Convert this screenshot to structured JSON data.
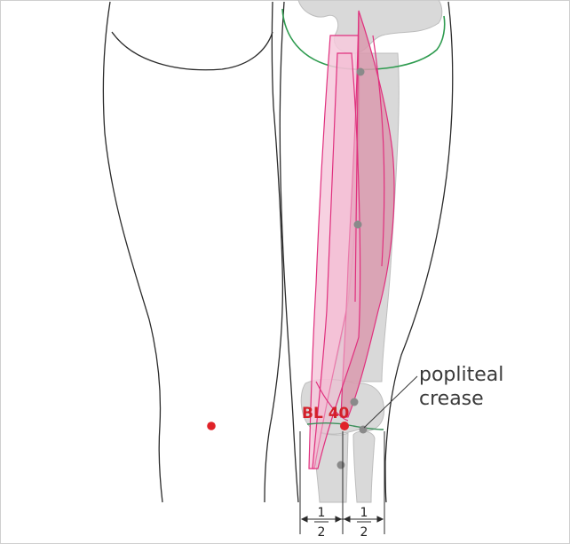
{
  "labels": {
    "point": "BL 40",
    "crease_line1": "popliteal",
    "crease_line2": "crease"
  },
  "measure": {
    "left_num": "1",
    "left_den": "2",
    "right_num": "1",
    "right_den": "2"
  },
  "colors": {
    "outline": "#2b2b2b",
    "bone": "#d9d9d9",
    "bone_edge": "#bdbdbd",
    "muscle_light": "#f6c9dc",
    "muscle_dark": "#d99aae",
    "muscle_edge": "#e0307e",
    "gluteal_line": "#2e9b4f",
    "acupoint": "#e02228",
    "landmark": "#8a8a8a"
  }
}
